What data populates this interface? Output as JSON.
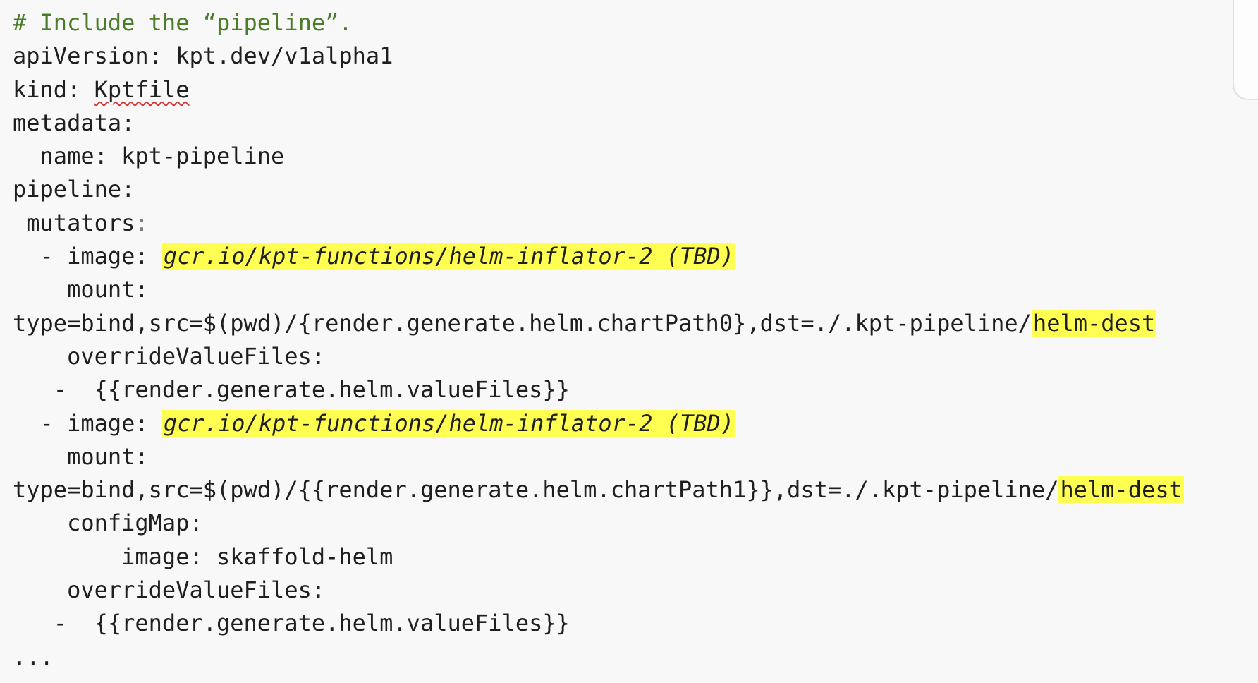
{
  "code": {
    "lines": [
      {
        "parts": [
          {
            "text": "# Include the “pipeline”.",
            "style": "comment"
          }
        ]
      },
      {
        "parts": [
          {
            "text": "apiVersion: kpt.dev/v1alpha1",
            "style": "plain"
          }
        ]
      },
      {
        "parts": [
          {
            "text": "kind: ",
            "style": "plain"
          },
          {
            "text": "Kptfile",
            "style": "spell"
          }
        ]
      },
      {
        "parts": [
          {
            "text": "metadata:",
            "style": "plain"
          }
        ]
      },
      {
        "parts": [
          {
            "text": "  name: kpt-pipeline",
            "style": "plain"
          }
        ]
      },
      {
        "parts": [
          {
            "text": "pipeline:",
            "style": "plain"
          }
        ]
      },
      {
        "parts": [
          {
            "text": " mutators",
            "style": "plain"
          },
          {
            "text": ":",
            "style": "muted"
          }
        ]
      },
      {
        "parts": [
          {
            "text": "  - image: ",
            "style": "plain"
          },
          {
            "text": "gcr.io/kpt-functions/helm-inflator-2 (TBD)",
            "style": "hl-italic"
          }
        ]
      },
      {
        "parts": [
          {
            "text": "    mount:",
            "style": "plain"
          }
        ]
      },
      {
        "parts": [
          {
            "text": "type=bind,src=$(pwd)/{render.generate.helm.chartPath0},dst=./.kpt-pipeline/",
            "style": "plain"
          },
          {
            "text": "helm-dest",
            "style": "hl"
          }
        ]
      },
      {
        "parts": [
          {
            "text": "    overrideValueFiles:",
            "style": "plain"
          }
        ]
      },
      {
        "parts": [
          {
            "text": "   -  {{render.generate.helm.valueFiles}}",
            "style": "plain"
          }
        ]
      },
      {
        "parts": [
          {
            "text": "  - image: ",
            "style": "plain"
          },
          {
            "text": "gcr.io/kpt-functions/helm-inflator-2 (TBD)",
            "style": "hl-italic"
          }
        ]
      },
      {
        "parts": [
          {
            "text": "    mount:",
            "style": "plain"
          }
        ]
      },
      {
        "parts": [
          {
            "text": "type=bind,src=$(pwd)/{{render.generate.helm.chartPath1}},dst=./.kpt-pipeline/",
            "style": "plain"
          },
          {
            "text": "helm-dest",
            "style": "hl"
          }
        ]
      },
      {
        "parts": [
          {
            "text": "    configMap:",
            "style": "plain"
          }
        ]
      },
      {
        "parts": [
          {
            "text": "        image: skaffold-helm",
            "style": "plain"
          }
        ]
      },
      {
        "parts": [
          {
            "text": "    overrideValueFiles:",
            "style": "plain"
          }
        ]
      },
      {
        "parts": [
          {
            "text": "   -  {{render.generate.helm.valueFiles}}",
            "style": "plain"
          }
        ]
      },
      {
        "parts": [
          {
            "text": "...",
            "style": "plain"
          }
        ]
      }
    ]
  },
  "colors": {
    "background": "#f8f8f8",
    "comment": "#4a7c2a",
    "highlight": "#ffff52",
    "text": "#1f1f1f"
  }
}
